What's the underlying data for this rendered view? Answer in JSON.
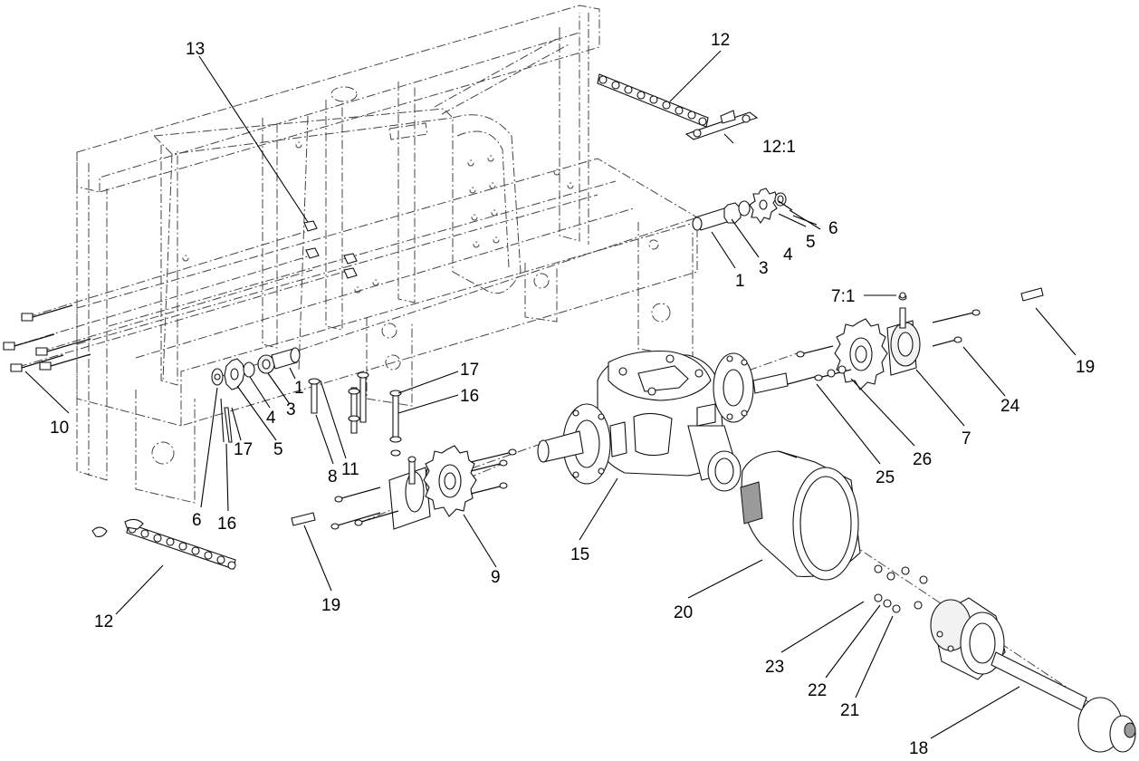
{
  "callouts": {
    "c1a": "1",
    "c1b": "1",
    "c3a": "3",
    "c3b": "3",
    "c4a": "4",
    "c4b": "4",
    "c5a": "5",
    "c5b": "5",
    "c6a": "6",
    "c6b": "6",
    "c7": "7",
    "c7_1": "7:1",
    "c8": "8",
    "c9": "9",
    "c10": "10",
    "c11": "11",
    "c12a": "12",
    "c12b": "12",
    "c12_1": "12:1",
    "c13": "13",
    "c15": "15",
    "c16a": "16",
    "c16b": "16",
    "c17a": "17",
    "c17b": "17",
    "c18": "18",
    "c19a": "19",
    "c19b": "19",
    "c20": "20",
    "c21": "21",
    "c22": "22",
    "c23": "23",
    "c24": "24",
    "c25": "25",
    "c26": "26"
  }
}
